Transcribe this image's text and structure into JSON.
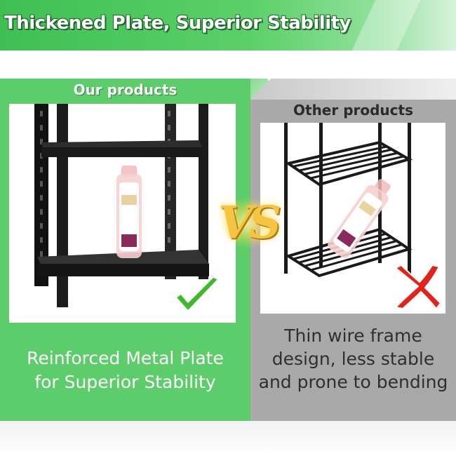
{
  "banner": {
    "title": "Thickened Plate, Superior Stability"
  },
  "left_panel": {
    "heading": "Our products",
    "caption_line1": "Reinforced Metal Plate",
    "caption_line2": "for Superior Stability",
    "mark": "check-icon"
  },
  "right_panel": {
    "heading": "Other products",
    "caption_line1": "Thin wire frame",
    "caption_line2": "design, less stable",
    "caption_line3": "and prone to bending",
    "mark": "x-icon"
  },
  "vs_label": "VS",
  "colors": {
    "accent_green": "#5ccd6a",
    "panel_gray": "#a9a9a9",
    "check_green": "#3fb82a",
    "x_red": "#e0241b",
    "vs_gold": "#f5c542"
  }
}
